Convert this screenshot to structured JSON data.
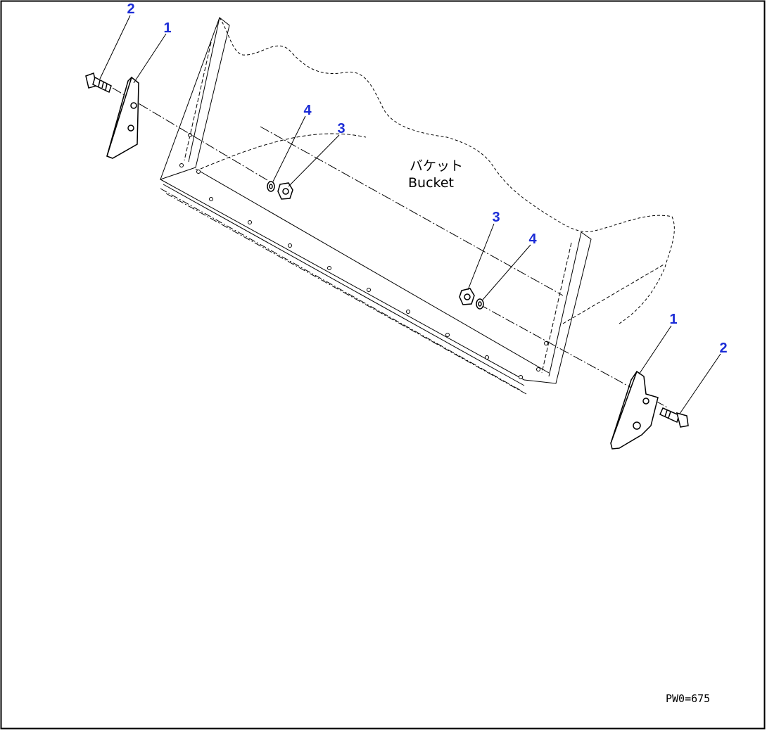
{
  "diagram": {
    "part_label_ja": "バケット",
    "part_label_en": "Bucket",
    "drawing_code": "PW0=675",
    "callouts": {
      "cutter_left": "1",
      "cutter_right": "1",
      "bolt_left": "2",
      "bolt_right": "2",
      "nut_left": "3",
      "nut_right": "3",
      "washer_left": "4",
      "washer_right": "4"
    }
  },
  "colors": {
    "line": "#000000",
    "callout": "#1a2bd6",
    "border": "#000000"
  }
}
